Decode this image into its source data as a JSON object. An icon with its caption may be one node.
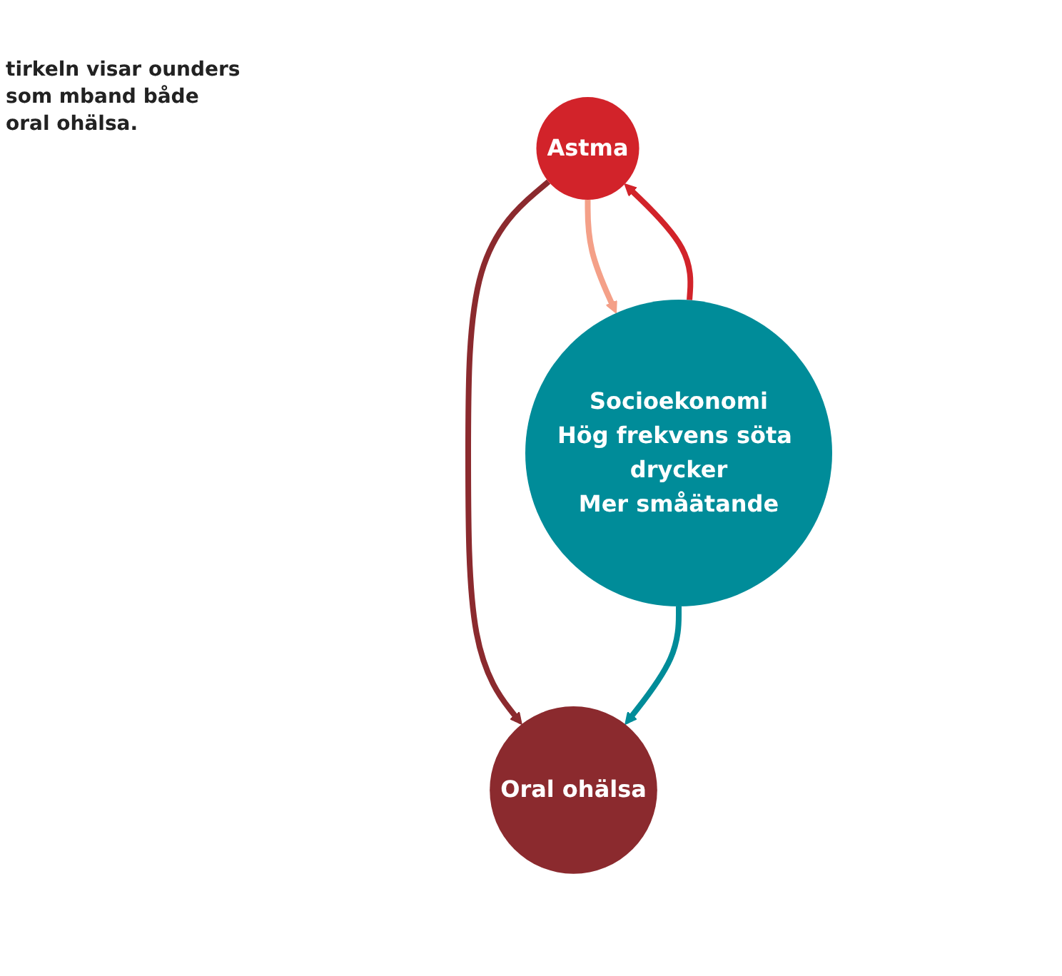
{
  "diagram": {
    "nodes": [
      {
        "text": [
          "Astma"
        ]
      },
      {
        "text": [
          "Oral ohälsa"
        ]
      },
      {
        "text": [
          "Socioekonomi",
          "Hög frekvens söta drycker",
          "Mer småätande"
        ]
      }
    ],
    "edges": [
      {
        "from": 0,
        "to": 1,
        "arrow": "to",
        "color": "#8b2a2e"
      },
      {
        "from": 0,
        "to": 2,
        "arrow": "to",
        "color": "#f4a088"
      },
      {
        "from": 2,
        "to": 0,
        "arrow": "to",
        "color": "#d2232a"
      },
      {
        "from": 2,
        "to": 1,
        "arrow": "to",
        "color": "#008c99"
      }
    ],
    "labels": [
      "tirkeln visar ounders som mband både oral ohälsa."
    ]
  }
}
